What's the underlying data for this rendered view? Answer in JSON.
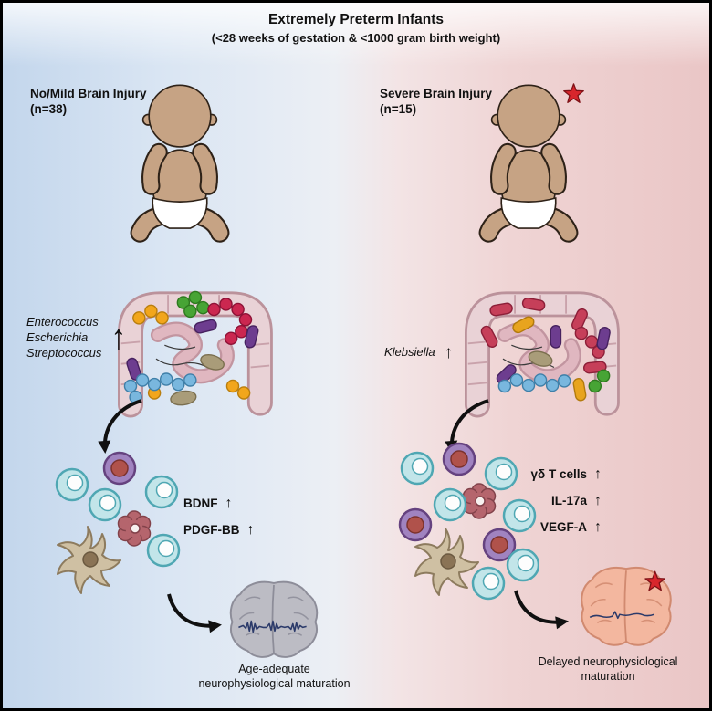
{
  "title": {
    "line1": "Extremely Preterm Infants",
    "line2": "(<28 weeks of gestation & <1000 gram birth weight)"
  },
  "left": {
    "group_label": "No/Mild Brain Injury\n(n=38)",
    "bacteria": [
      "Enterococcus",
      "Escherichia",
      "Streptococcus"
    ],
    "markers": [
      "BDNF",
      "PDGF-BB"
    ],
    "outcome": "Age-adequate\nneurophysiological maturation"
  },
  "right": {
    "group_label": "Severe Brain Injury\n(n=15)",
    "bacteria": [
      "Klebsiella"
    ],
    "markers": [
      "γδ T cells",
      "IL-17a",
      "VEGF-A"
    ],
    "outcome": "Delayed neurophysiological\nmaturation"
  },
  "symbols": {
    "up_arrow": "↑"
  },
  "colors": {
    "left_bg": "#c3d6ec",
    "right_bg": "#eac6c6",
    "baby_skin": "#c6a384",
    "star_red": "#d8262c",
    "brain_gray": "#bcbcc4",
    "brain_pink": "#f3b79f",
    "waveform_navy": "#2b3a6a"
  }
}
